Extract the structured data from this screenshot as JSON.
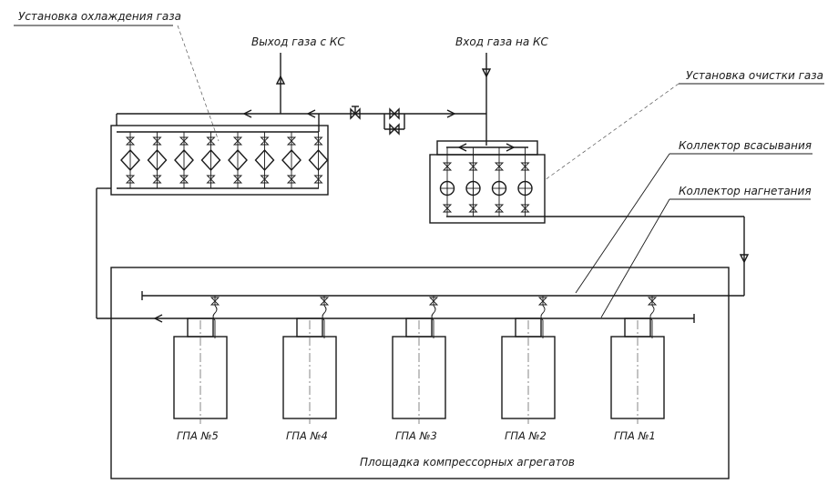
{
  "labels": {
    "cooling_unit": "Установка охлаждения газа",
    "gas_outlet": "Выход газа с КС",
    "gas_inlet": "Вход газа на КС",
    "cleaning_unit": "Установка очистки газа",
    "suction_collector": "Коллектор всасывания",
    "discharge_collector": "Коллектор нагнетания",
    "compressor_area": "Площадка компрессорных агрегатов"
  },
  "units": [
    {
      "label": "ГПА №5"
    },
    {
      "label": "ГПА №4"
    },
    {
      "label": "ГПА №3"
    },
    {
      "label": "ГПА №2"
    },
    {
      "label": "ГПА №1"
    }
  ],
  "cooler_count": 8,
  "filter_count": 4
}
